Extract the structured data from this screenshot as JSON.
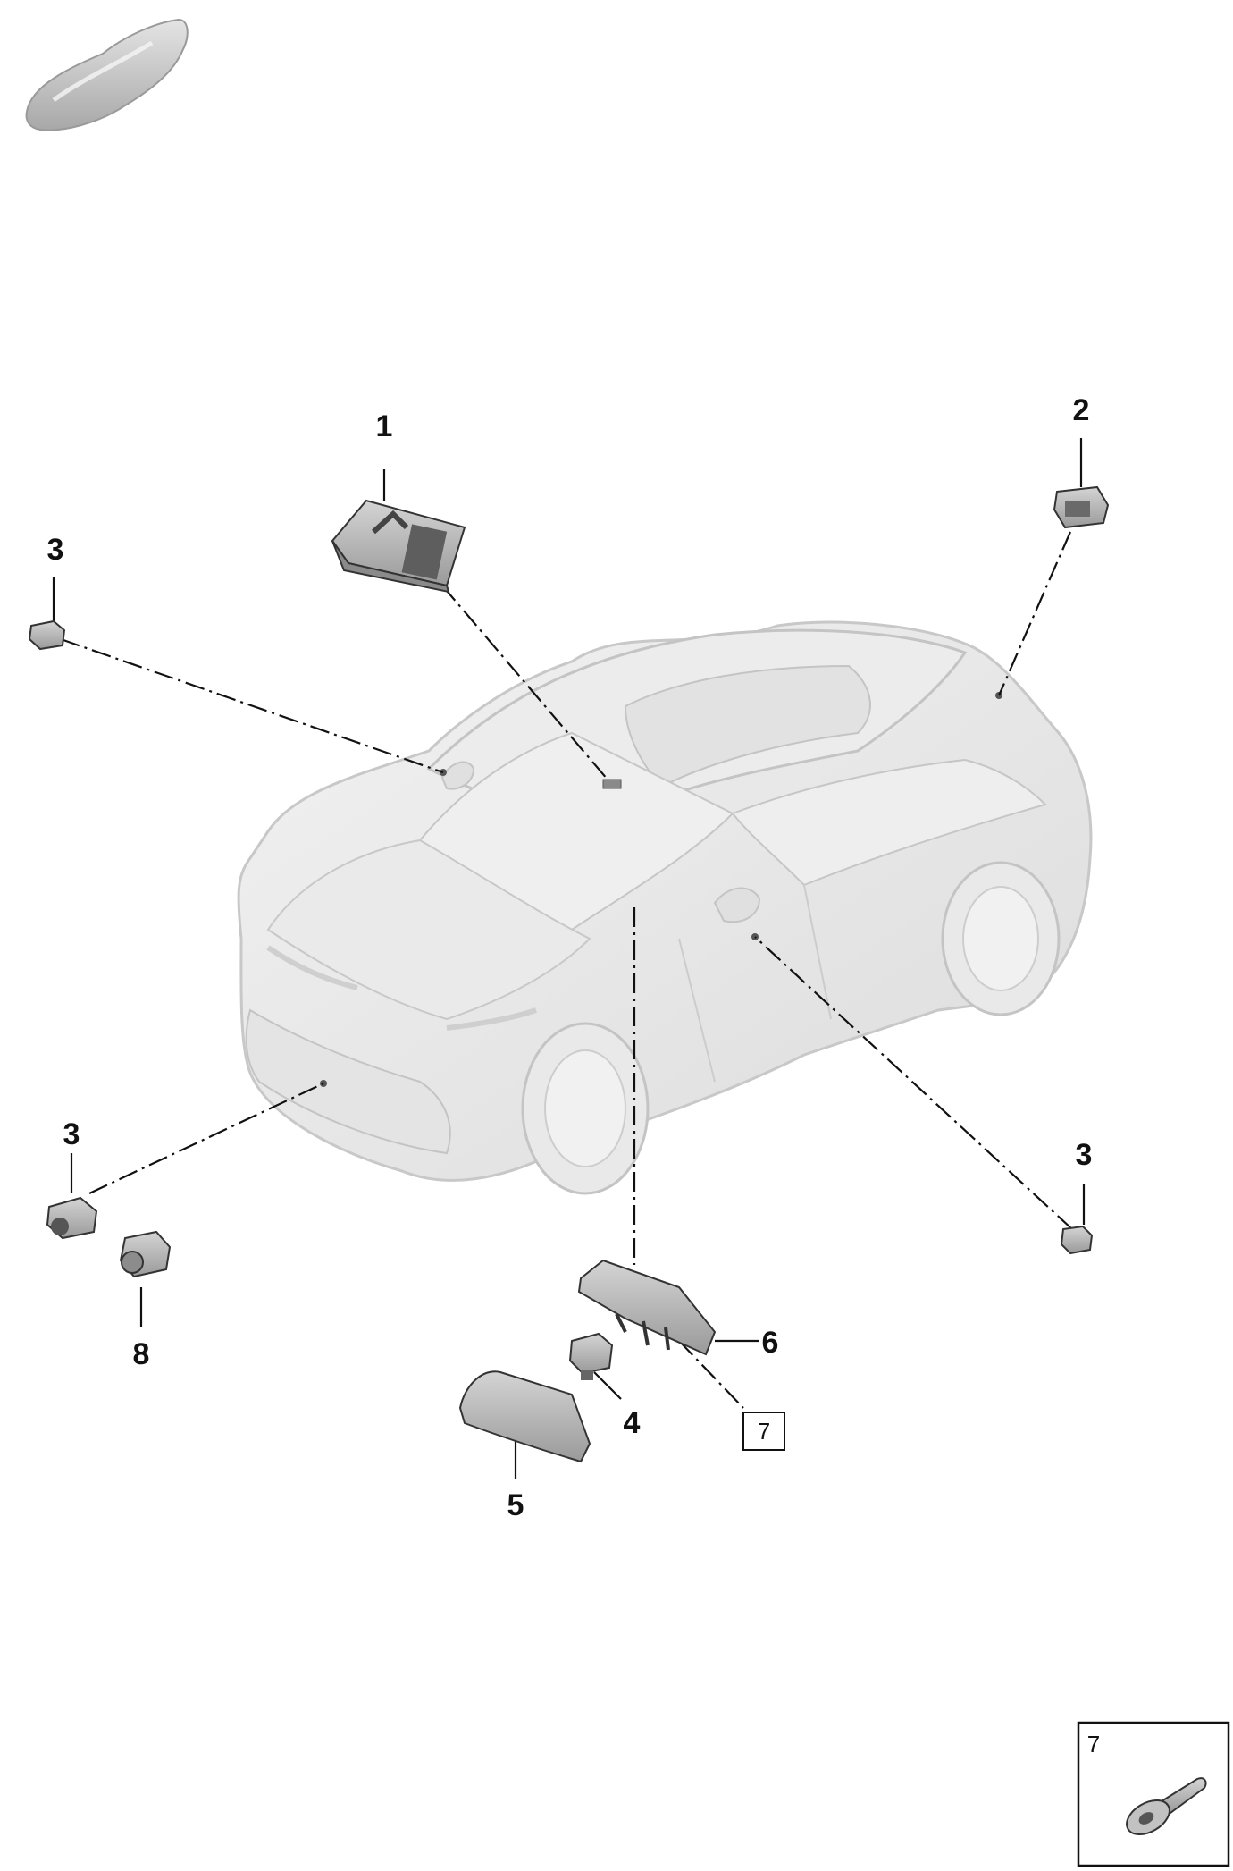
{
  "diagram": {
    "callouts": {
      "c1": "1",
      "c2": "2",
      "c3a": "3",
      "c3b": "3",
      "c3c": "3",
      "c4": "4",
      "c5": "5",
      "c6": "6",
      "c7": "7",
      "c8": "8"
    },
    "detail_box_label": "7"
  },
  "colors": {
    "car_body": "#e6e6e6",
    "car_outline": "#c8c8c8",
    "part_fill": "#bdbdbd",
    "part_dark": "#6e6e6e",
    "line": "#111111"
  },
  "icons": [
    "car-silhouette-icon",
    "screw-icon"
  ]
}
